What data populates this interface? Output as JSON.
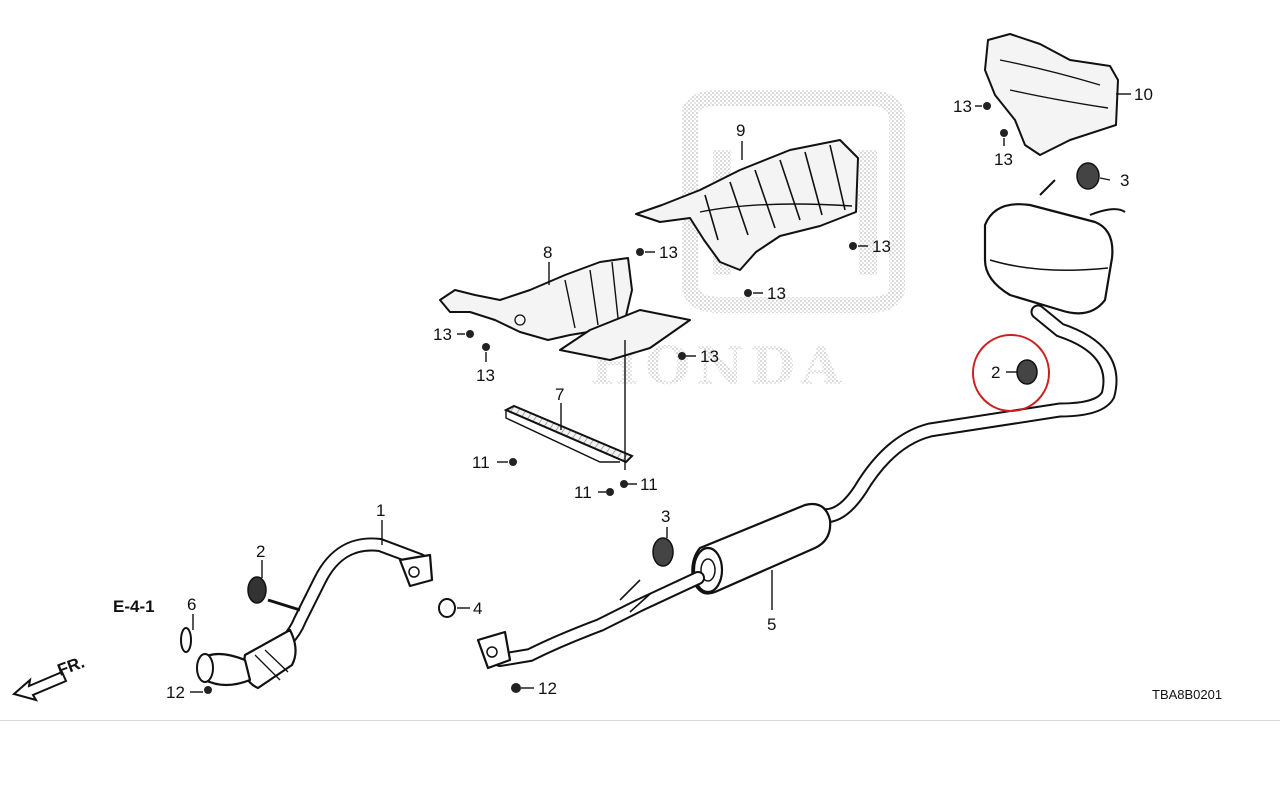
{
  "watermark": "HONDA",
  "diagram_code": "TBA8B0201",
  "reference": "E-4-1",
  "direction": "FR.",
  "highlight_color": "#cc2020",
  "callouts": [
    {
      "id": "c1",
      "text": "1"
    },
    {
      "id": "c2a",
      "text": "2"
    },
    {
      "id": "c2b",
      "text": "2"
    },
    {
      "id": "c3a",
      "text": "3"
    },
    {
      "id": "c3b",
      "text": "3"
    },
    {
      "id": "c4",
      "text": "4"
    },
    {
      "id": "c5",
      "text": "5"
    },
    {
      "id": "c6",
      "text": "6"
    },
    {
      "id": "c7",
      "text": "7"
    },
    {
      "id": "c8",
      "text": "8"
    },
    {
      "id": "c9",
      "text": "9"
    },
    {
      "id": "c10",
      "text": "10"
    },
    {
      "id": "c11a",
      "text": "11"
    },
    {
      "id": "c11b",
      "text": "11"
    },
    {
      "id": "c11c",
      "text": "11"
    },
    {
      "id": "c12a",
      "text": "12"
    },
    {
      "id": "c12b",
      "text": "12"
    },
    {
      "id": "c13a",
      "text": "13"
    },
    {
      "id": "c13b",
      "text": "13"
    },
    {
      "id": "c13c",
      "text": "13"
    },
    {
      "id": "c13d",
      "text": "13"
    },
    {
      "id": "c13e",
      "text": "13"
    },
    {
      "id": "c13f",
      "text": "13"
    },
    {
      "id": "c13g",
      "text": "13"
    },
    {
      "id": "c13h",
      "text": "13"
    }
  ]
}
